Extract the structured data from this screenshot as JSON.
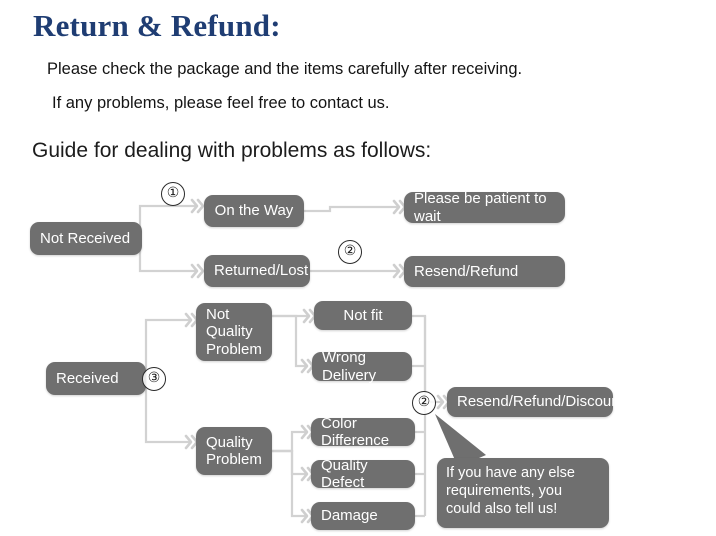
{
  "header": {
    "title": "Return & Refund:",
    "line1": "Please check the package and the items carefully after receiving.",
    "line2": "If any problems, please feel free to contact us.",
    "guide_title": "Guide for dealing with problems as follows:"
  },
  "colors": {
    "heading": "#1f3d73",
    "node_fill": "#6f6f6f",
    "node_text": "#ffffff",
    "connector": "#d0d0d0",
    "background": "#ffffff"
  },
  "flowchart": {
    "nodes": {
      "not_received": "Not Received",
      "on_the_way": "On the Way",
      "returned_lost": "Returned/Lost",
      "please_wait": "Please be patient to wait",
      "resend_refund": "Resend/Refund",
      "received": "Received",
      "not_quality_problem": "Not\nQuality\nProblem",
      "quality_problem": "Quality\nProblem",
      "not_fit": "Not fit",
      "wrong_delivery": "Wrong Delivery",
      "color_difference": "Color Difference",
      "quality_defect": "Quality Defect",
      "damage": "Damage",
      "resend_refund_discount": "Resend/Refund/Discount"
    },
    "markers": {
      "m1": "①",
      "m2a": "②",
      "m3": "③",
      "m2b": "②"
    },
    "callout": "If you have any else requirements, you could also tell us!"
  }
}
